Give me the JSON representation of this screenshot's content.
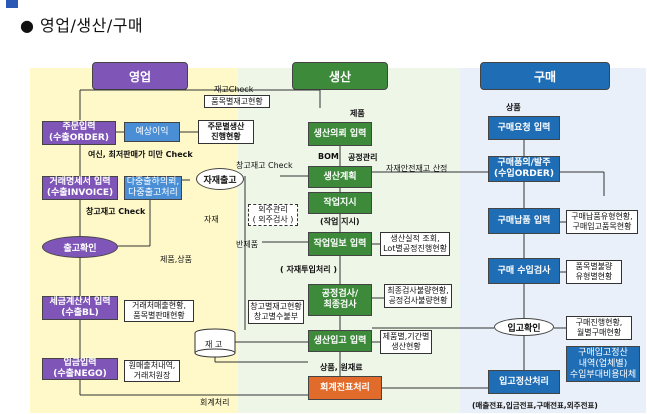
{
  "heading": "● 영업/생산/구매",
  "lanes": {
    "sales": "영업",
    "production": "생산",
    "purchase": "구매"
  },
  "sales": {
    "order_entry": [
      "주문입력",
      "(수출ORDER)"
    ],
    "forecast": "예상이익",
    "order_prod_status": [
      "주문별생산",
      "진행현황"
    ],
    "credit_check": "여신, 최저판매가 미만 Check",
    "invoice_entry": [
      "거래명세서 입력",
      "(수출INVOICE)"
    ],
    "multi_order": [
      "다중출하의뢰,",
      "다중출고처리"
    ],
    "stock_check": "창고재고 Check",
    "shipment_confirm": "출고확인",
    "products_goods": "제품,상품",
    "tax_invoice": [
      "세금계산서 입력",
      "(수출BL)"
    ],
    "tax_invoice_report": [
      "거래처매출현황,",
      "품목별판매현황"
    ],
    "collection": [
      "입금입력",
      "(수출NEGO)"
    ],
    "collection_report": [
      "원매출처내역,",
      "거래처원장"
    ],
    "accounting_posting": "회계처리"
  },
  "production": {
    "inventory_check": "재고Check",
    "item_stock_status": "품목별재고현황",
    "product": "제품",
    "request_entry": "생산의뢰 입력",
    "bom": "BOM",
    "process_mgmt": "공정관리",
    "warehouse_stock_check": "창고재고 Check",
    "material_issue": "자재출고",
    "material": "자재",
    "production_plan": "생산계획",
    "work_order": "작업지시",
    "outsourcing": [
      "외주관리",
      "( 외주검사 )"
    ],
    "work_order_label": "(작업 지시)",
    "half_product": "반제품",
    "work_report": "작업일보 입력",
    "work_report_query": [
      "생산실적 조회,",
      "Lot별공정진행현황"
    ],
    "material_input": "( 자재투입처리 )",
    "process_inspection": [
      "공정검사/",
      "최종검사"
    ],
    "inspection_report": [
      "최종검사불량현황,",
      "공정검사불량현황"
    ],
    "warehouse_stock": [
      "창고별재고현황",
      "창고별수불부"
    ],
    "stock": "재 고",
    "receipt_entry": "생산입고 입력",
    "receipt_report": [
      "제품별,기간별",
      "생산현황"
    ],
    "product_goods": "상품, 원재료",
    "accounting_slip": "회계전표처리"
  },
  "purchase": {
    "goods": "상품",
    "request_entry": "구매요청 입력",
    "safety_stock": "자재안전재고 산정",
    "purchase_order": [
      "구매품의/발주",
      "(수입ORDER)"
    ],
    "delivery_entry": "구매납품 입력",
    "delivery_report": [
      "구매납품유형현황,",
      "구매입고품목현황"
    ],
    "import_inspection": "구매 수입검사",
    "inspection_report": [
      "품목별불량",
      "유형별현황"
    ],
    "receipt_confirm": "입고확인",
    "progress_report": [
      "구매진행현황,",
      "월별구매현황"
    ],
    "settlement_detail": [
      "구매입고정산",
      "내역(업체별)",
      "수입부대비용대체"
    ],
    "settlement": "입고정산처리",
    "slip_note": "(매출전표,입금전표,구매전표,외주전표)"
  }
}
